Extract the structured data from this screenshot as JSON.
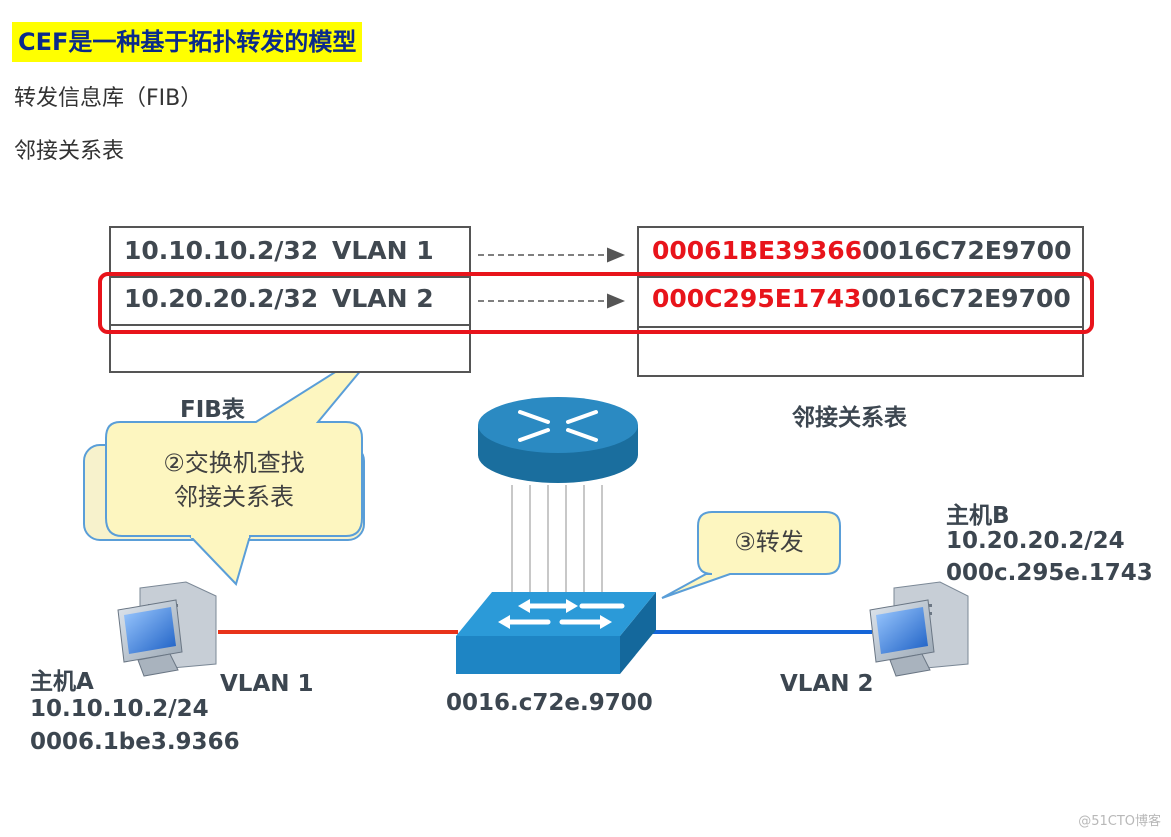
{
  "title": "CEF是一种基于拓扑转发的模型",
  "bullets": [
    "转发信息库（FIB）",
    "邻接关系表"
  ],
  "fib_table": {
    "label": "FIB表",
    "rows": [
      {
        "ip": "10.10.10.2/32",
        "vlan": "VLAN 1"
      },
      {
        "ip": "10.20.20.2/32",
        "vlan": "VLAN 2"
      }
    ]
  },
  "adjacency_table": {
    "label": "邻接关系表",
    "rows": [
      {
        "dst_mac": "00061BE39366",
        "src_mac": "0016C72E9700"
      },
      {
        "dst_mac": "000C295E1743",
        "src_mac": "0016C72E9700"
      }
    ]
  },
  "callouts": {
    "lookup": [
      "②交换机查找",
      "邻接关系表"
    ],
    "forward": "③转发"
  },
  "host_a": {
    "name": "主机A",
    "ip": "10.10.10.2/24",
    "mac": "0006.1be3.9366",
    "vlan": "VLAN 1"
  },
  "host_b": {
    "name": "主机B",
    "ip": "10.20.20.2/24",
    "mac": "000c.295e.1743",
    "vlan": "VLAN 2"
  },
  "switch": {
    "mac": "0016.c72e.9700"
  },
  "watermark": "@51CTO博客",
  "colors": {
    "title_bg": "#ffff00",
    "title_text": "#0a2a8a",
    "highlight": "#e8141b",
    "vlan1_link": "#e8331a",
    "vlan2_link": "#1565d8",
    "callout_fill": "#fdf6c0",
    "callout_stroke": "#5a9ed8",
    "device_blue": "#1f7fb4"
  }
}
